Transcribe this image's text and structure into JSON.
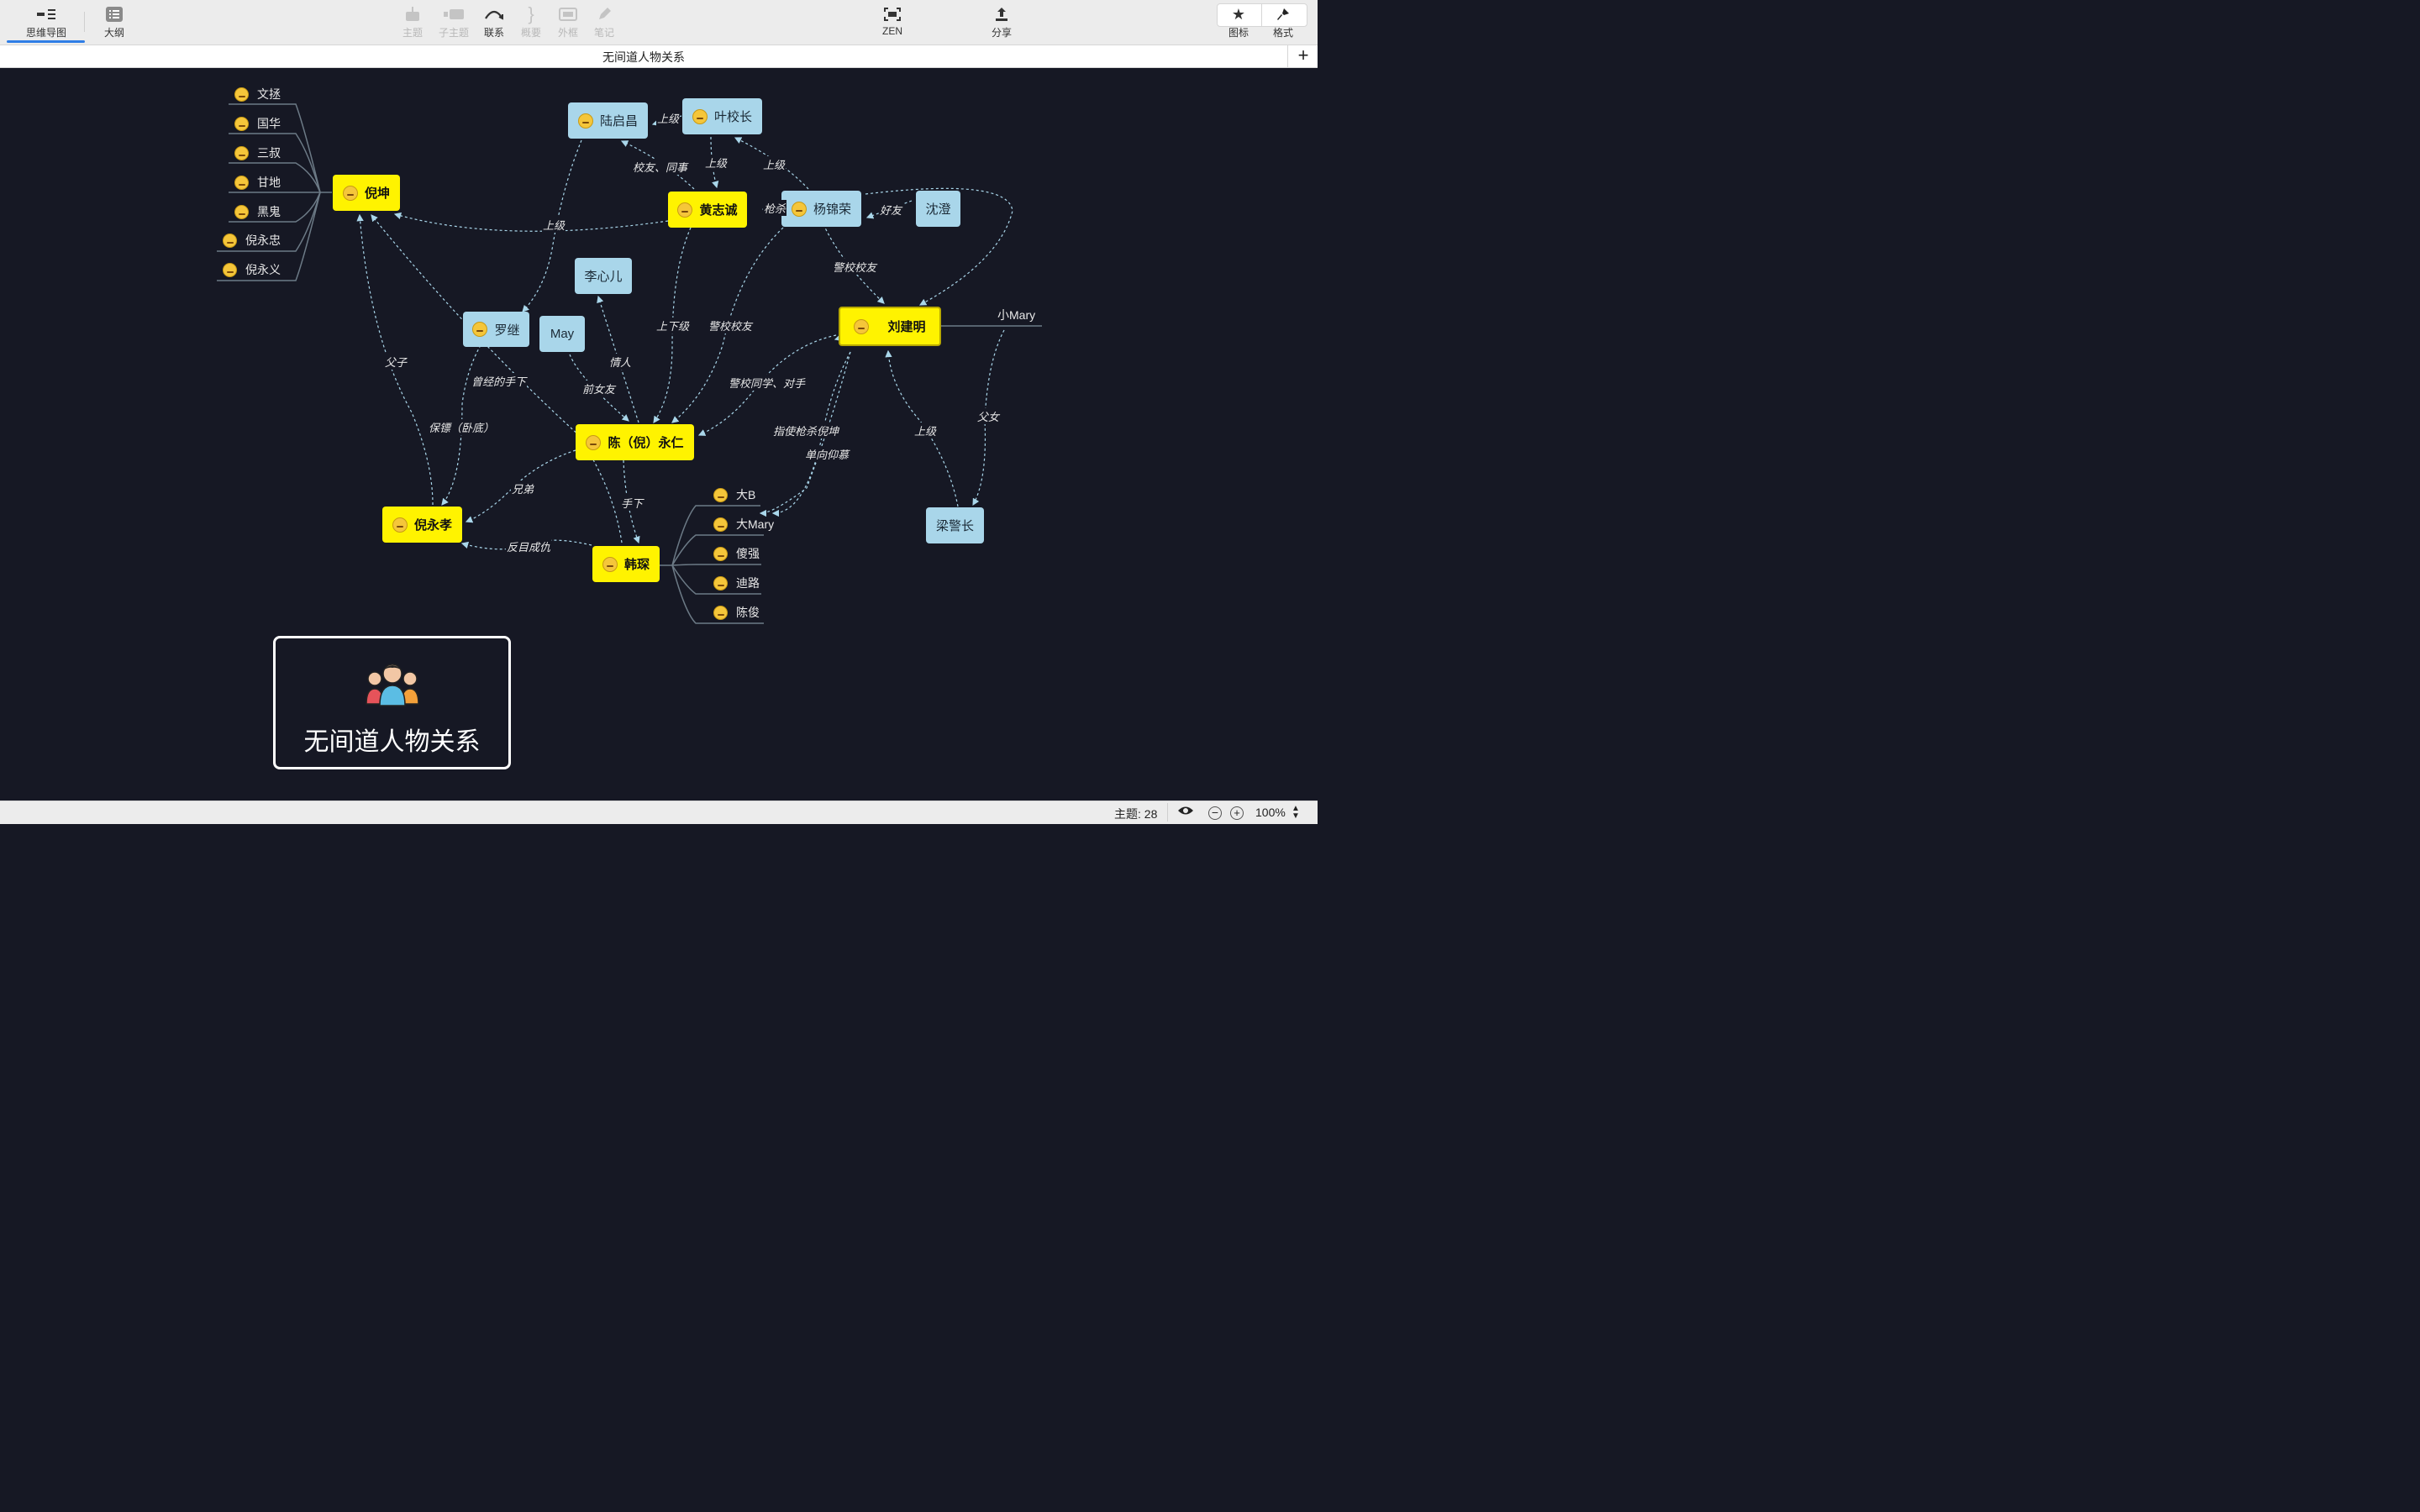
{
  "toolbar": {
    "mindmap": "思维导图",
    "outline": "大纲",
    "topic": "主题",
    "subtopic": "子主题",
    "relation": "联系",
    "summary": "概要",
    "boundary": "外框",
    "note": "笔记",
    "zen": "ZEN",
    "share": "分享",
    "icon": "图标",
    "format": "格式"
  },
  "document": {
    "title": "无间道人物关系",
    "add": "+"
  },
  "nodes": {
    "nikun": "倪坤",
    "huangzhicheng": "黄志诚",
    "liuqichang": "陆启昌",
    "yexiaozhang": "叶校长",
    "yangjinrong": "杨锦荣",
    "shencheng": "沈澄",
    "lixiner": "李心儿",
    "luoji": "罗继",
    "may": "May",
    "liujianming": "刘建明",
    "xiaomary": "小Mary",
    "chenyongren": "陈（倪）永仁",
    "niyongxiao": "倪永孝",
    "hanchen": "韩琛",
    "liangjingzhang": "梁警长"
  },
  "nikun_children": [
    "文拯",
    "国华",
    "三叔",
    "甘地",
    "黑鬼",
    "倪永忠",
    "倪永义"
  ],
  "hanchen_children": [
    "大B",
    "大Mary",
    "傻强",
    "迪路",
    "陈俊"
  ],
  "relations": {
    "r_shangji1": "上级",
    "r_shangji2": "上级",
    "r_shangji3": "上级",
    "r_xiaoyou": "校友、同事",
    "r_qiangsha": "枪杀",
    "r_haoyou": "好友",
    "r_shangji_nikun": "上级",
    "r_jingxiao1": "警校校友",
    "r_shangxia": "上下级",
    "r_jingxiao2": "警校校友",
    "r_qingren": "情人",
    "r_fuzi": "父子",
    "r_shouxia_old": "曾经的手下",
    "r_qiannvyou": "前女友",
    "r_tongxue": "警校同学、对手",
    "r_baobiao": "保镖（卧底）",
    "r_zhishi": "指使枪杀倪坤",
    "r_danxiang": "单向仰慕",
    "r_shangji_liang": "上级",
    "r_funv": "父女",
    "r_xiongdi": "兄弟",
    "r_shouxia": "手下",
    "r_fanmu": "反目成仇"
  },
  "legend": {
    "title": "无间道人物关系",
    "icon": "people-group-icon"
  },
  "status": {
    "topics": "主题: 28",
    "zoom": "100%"
  },
  "colors": {
    "canvas": "#161824",
    "main_topic": "#fff300",
    "sub_topic": "#a9d6ea",
    "accent": "#2f7ee6"
  }
}
